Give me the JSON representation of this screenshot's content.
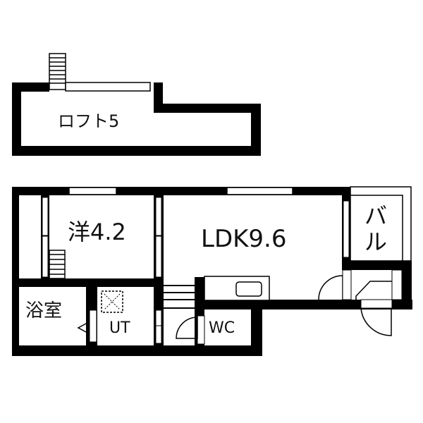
{
  "floorplan": {
    "loft": {
      "label": "ロフト5"
    },
    "rooms": {
      "western": {
        "label": "洋4.2"
      },
      "ldk": {
        "label": "LDK9.6"
      },
      "balcony": {
        "label_line1": "バ",
        "label_line2": "ル"
      },
      "bath": {
        "label": "浴室"
      },
      "utility": {
        "label": "UT"
      },
      "toilet": {
        "label": "WC"
      }
    },
    "colors": {
      "wall": "#000000",
      "background": "#ffffff"
    }
  }
}
